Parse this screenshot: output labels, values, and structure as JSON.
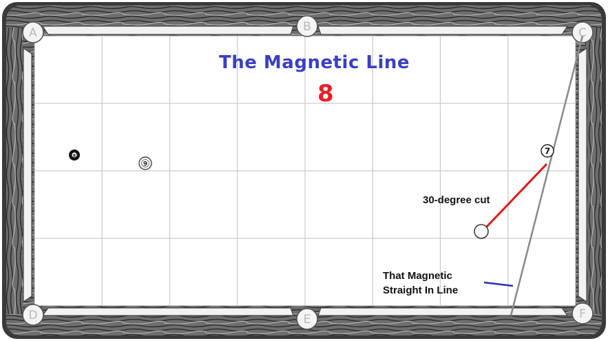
{
  "diagram": {
    "title": "The Magnetic Line",
    "game_number": "8",
    "pockets": [
      "A",
      "B",
      "C",
      "D",
      "E",
      "F"
    ],
    "balls": [
      {
        "label": "8",
        "style": "solid-black"
      },
      {
        "label": "9",
        "style": "striped"
      },
      {
        "label": "7",
        "style": "numbered"
      },
      {
        "label": "",
        "style": "cue-ball"
      }
    ],
    "annotations": {
      "cut_angle": "30-degree cut",
      "straight_line": "That Magnetic Straight In Line"
    },
    "colors": {
      "title": "#3a3fc4",
      "game_number": "#e8202a",
      "cut_line": "#e01818",
      "straight_line": "#8a8a8a",
      "pointer": "#2b2fb8",
      "cloth": "#ffffff",
      "grid": "#c8c8c8",
      "rail_wood": "#5a5a5a"
    }
  }
}
